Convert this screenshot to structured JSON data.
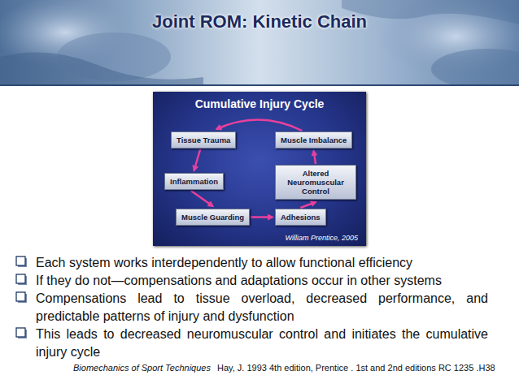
{
  "diagram": {
    "title": "Joint ROM: Kinetic Chain",
    "nodes": [
      {
        "text": [
          "Cumulative Injury Cycle",
          "William Prentice, 2005"
        ]
      },
      {
        "text": [
          "Tissue Trauma"
        ],
        "in": 0
      },
      {
        "text": [
          "Muscle Imbalance"
        ],
        "in": 0
      },
      {
        "text": [
          "Inflammation"
        ],
        "in": 0
      },
      {
        "text": [
          "Altered Neuromuscular Control"
        ],
        "in": 0
      },
      {
        "text": [
          "Muscle Guarding"
        ],
        "in": 0
      },
      {
        "text": [
          "Adhesions"
        ],
        "in": 0
      }
    ],
    "edges": [
      {
        "from": 2,
        "to": 1,
        "arrow": "to"
      },
      {
        "from": 1,
        "to": 3,
        "arrow": "to"
      },
      {
        "from": 3,
        "to": 5,
        "arrow": "to"
      },
      {
        "from": 5,
        "to": 6,
        "arrow": "to"
      },
      {
        "from": 6,
        "to": 4,
        "arrow": "to"
      },
      {
        "from": 4,
        "to": 2,
        "arrow": "to"
      }
    ],
    "labels": [
      "Each system works interdependently to allow functional efficiency",
      "If they do not—compensations and adaptations occur in other systems",
      "Compensations lead to tissue overload, decreased performance, and predictable patterns of injury and dysfunction",
      "This leads to decreased neuromuscular control and initiates the cumulative injury cycle",
      "Biomechanics of Sport Techniques",
      "Hay, J. 1993 4th edition, Prentice . 1st and 2nd editions RC 1235 .H38"
    ]
  }
}
